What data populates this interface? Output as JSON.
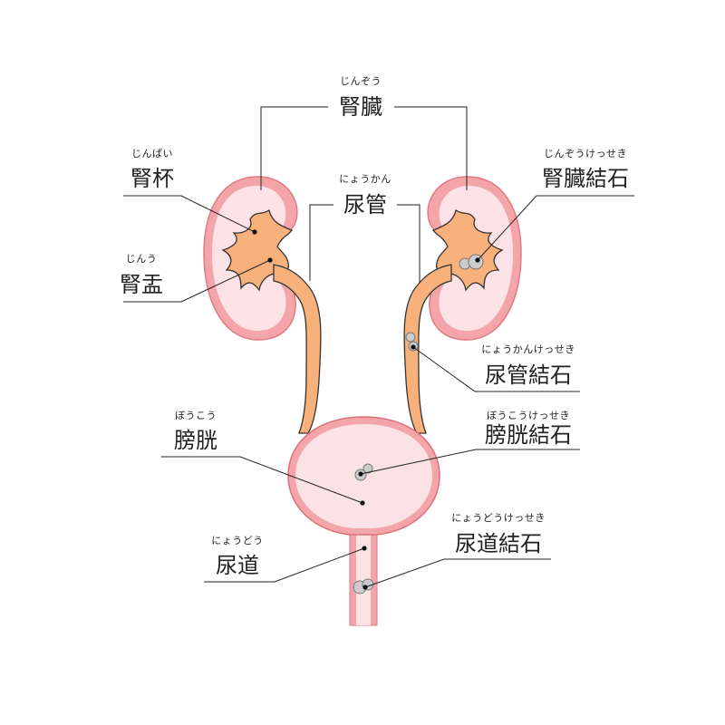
{
  "colors": {
    "kidney_outer": "#f4a5a9",
    "kidney_inner": "#fde3e5",
    "kidney_stroke": "#e07a80",
    "urine_tract": "#f8b17a",
    "tract_stroke": "#333333",
    "bladder_fill": "#fbe2e4",
    "bladder_stroke": "#d9707a",
    "stone": "#cccccc"
  },
  "labels": {
    "kidney": {
      "text": "腎臓",
      "ruby": "じんぞう"
    },
    "calyx": {
      "text": "腎杯",
      "ruby": "じんぱい"
    },
    "pelvis": {
      "text": "腎盂",
      "ruby": "じんう"
    },
    "ureter": {
      "text": "尿管",
      "ruby": "にょうかん"
    },
    "kidney_stone": {
      "text": "腎臓結石",
      "ruby": "じんぞうけっせき"
    },
    "ureter_stone": {
      "text": "尿管結石",
      "ruby": "にょうかんけっせき"
    },
    "bladder": {
      "text": "膀胱",
      "ruby": "ぼうこう"
    },
    "bladder_stone": {
      "text": "膀胱結石",
      "ruby": "ぼうこうけっせき"
    },
    "urethra": {
      "text": "尿道",
      "ruby": "にょうどう"
    },
    "urethra_stone": {
      "text": "尿道結石",
      "ruby": "にょうどうけっせき"
    }
  }
}
